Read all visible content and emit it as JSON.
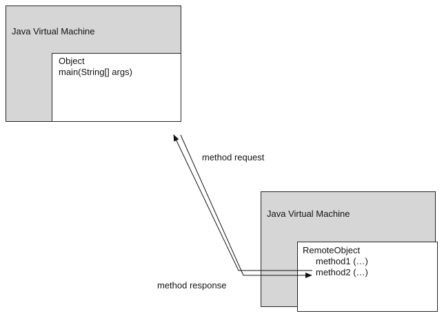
{
  "top_jvm": {
    "title": "Java Virtual Machine",
    "object": {
      "name": "Object",
      "method": "main(String[] args)"
    }
  },
  "bottom_jvm": {
    "title": "Java Virtual Machine",
    "object": {
      "name": "RemoteObject",
      "methods": [
        "method1 (…)",
        "method2 (…)"
      ]
    }
  },
  "arrows": {
    "request_label": "method request",
    "response_label": "method response"
  },
  "colors": {
    "jvm_fill": "#d6d6d6",
    "object_fill": "#ffffff",
    "stroke": "#222222"
  }
}
